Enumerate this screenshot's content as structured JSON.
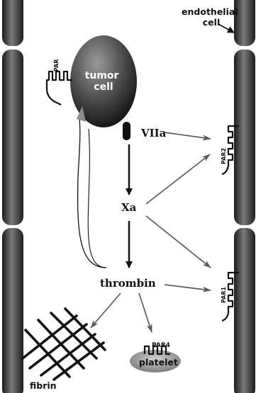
{
  "labels": {
    "endothelial_line1": "endothelial",
    "endothelial_line2": "cell",
    "tumor_line1": "tumor",
    "tumor_line2": "cell",
    "par_tumor": "PAR",
    "viia": "VIIa",
    "xa": "Xa",
    "thrombin": "thrombin",
    "par2": "PAR2",
    "par1": "PAR1",
    "par4": "PAR4",
    "platelet": "platelet",
    "fibrin": "fibrin"
  }
}
